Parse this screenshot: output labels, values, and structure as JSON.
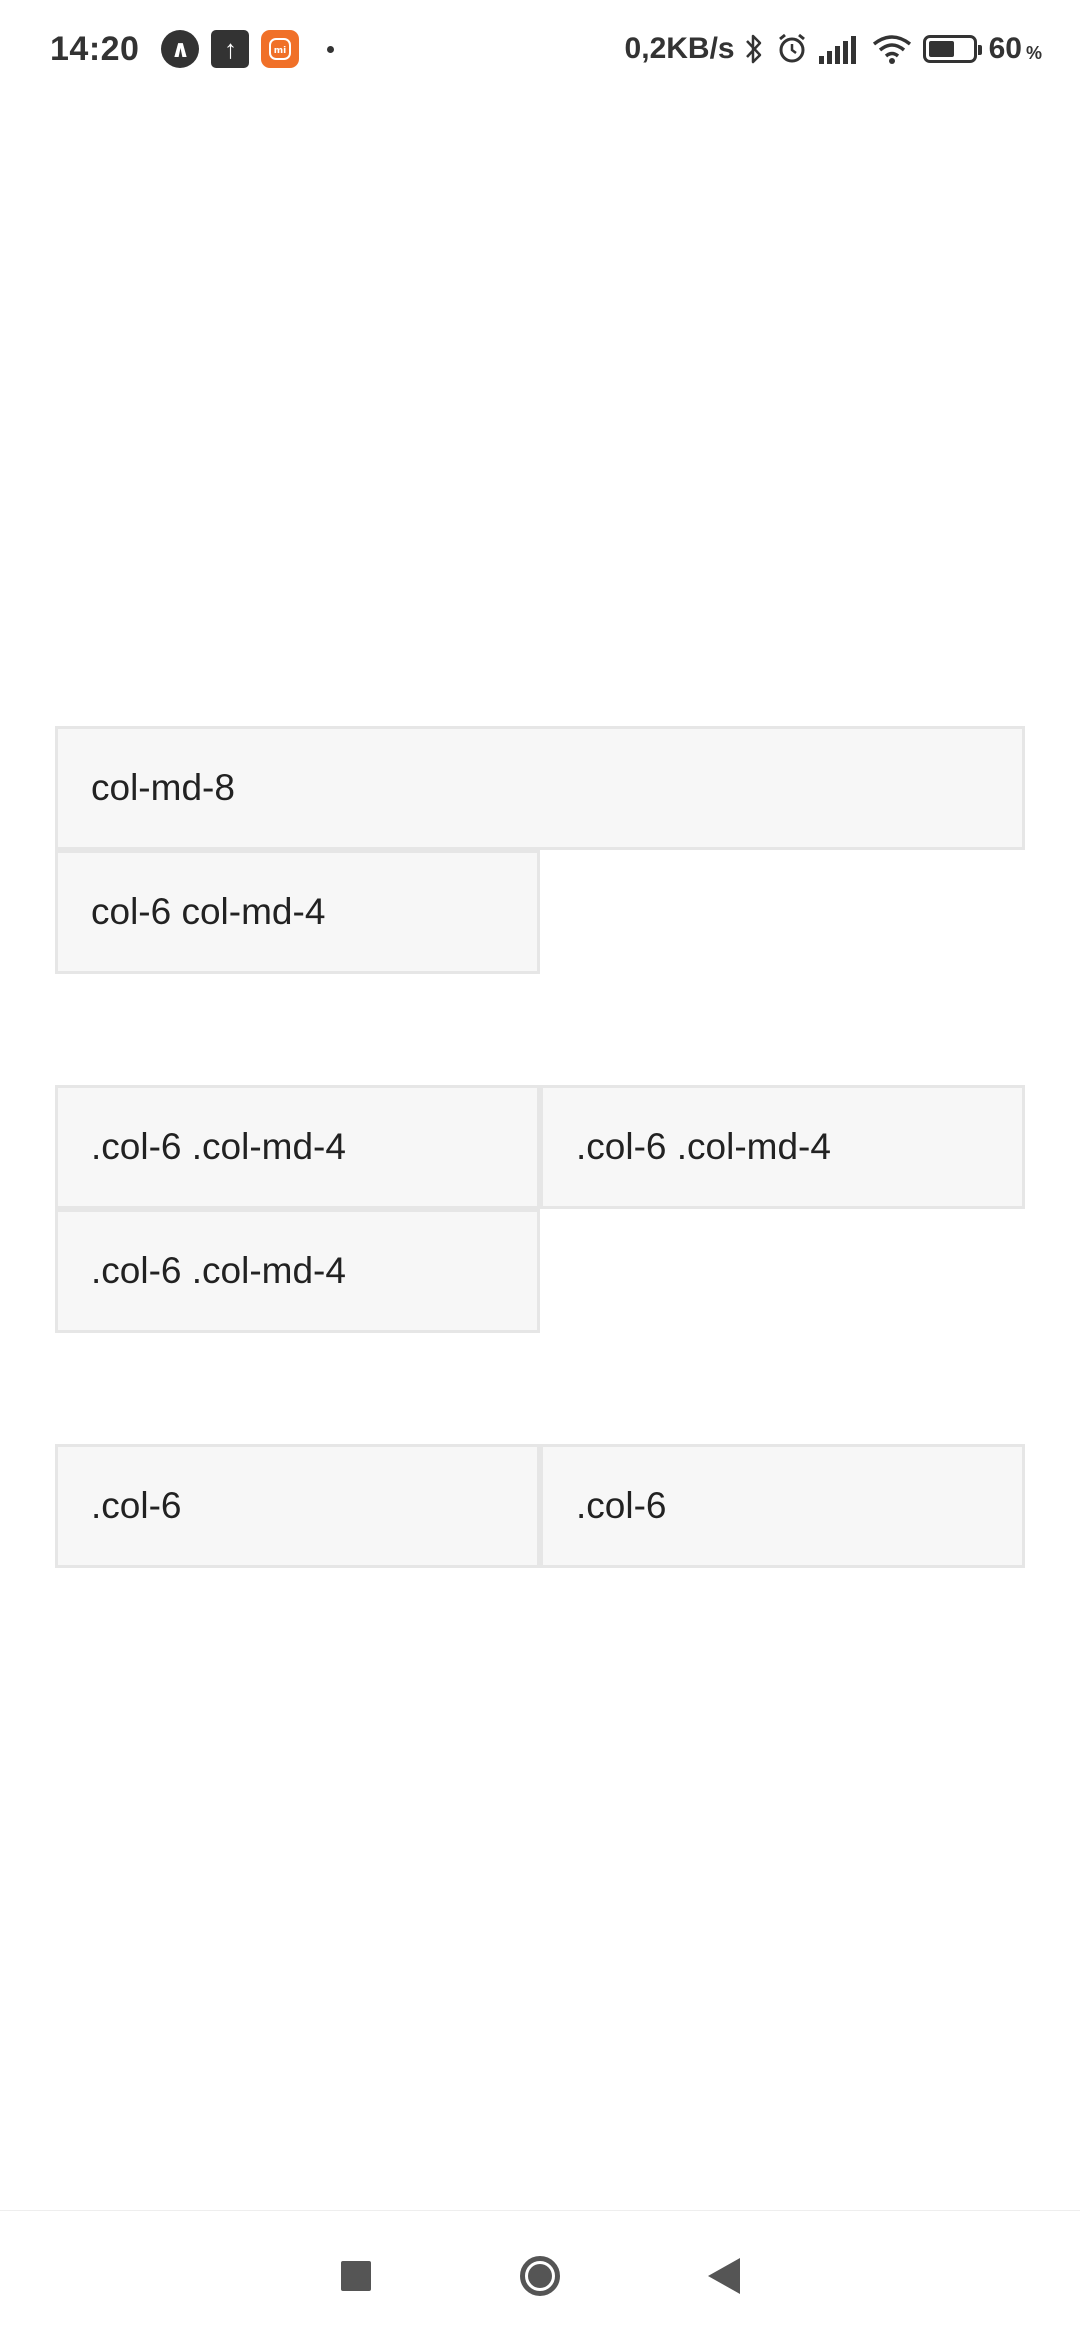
{
  "status_bar": {
    "time": "14:20",
    "app_icons": [
      "navigation-app-icon",
      "upload-icon",
      "mi-app-icon"
    ],
    "network_speed": "0,2KB/s",
    "battery_level": "60",
    "battery_unit": "%",
    "battery_fraction": 0.6,
    "icons": [
      "bluetooth-icon",
      "alarm-icon",
      "signal-icon",
      "wifi-icon",
      "battery-icon"
    ]
  },
  "grid": {
    "row1": {
      "cells": [
        "col-md-8",
        "col-6 col-md-4"
      ]
    },
    "row2": {
      "cells": [
        ".col-6 .col-md-4",
        ".col-6 .col-md-4",
        ".col-6 .col-md-4"
      ]
    },
    "row3": {
      "cells": [
        ".col-6",
        ".col-6"
      ]
    }
  },
  "nav_bar": {
    "buttons": [
      "recents-button",
      "home-button",
      "back-button"
    ]
  }
}
